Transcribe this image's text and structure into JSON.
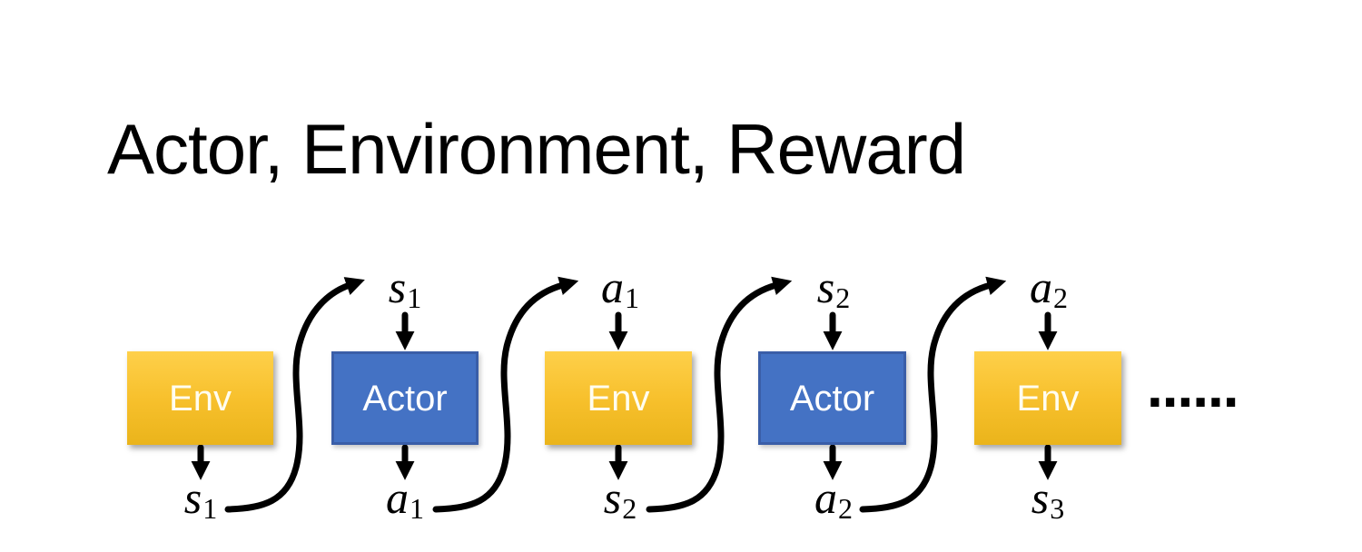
{
  "slide": {
    "title": "Actor, Environment, Reward"
  },
  "diagram": {
    "boxes": [
      {
        "label": "Env",
        "kind": "environment"
      },
      {
        "label": "Actor",
        "kind": "actor"
      },
      {
        "label": "Env",
        "kind": "environment"
      },
      {
        "label": "Actor",
        "kind": "actor"
      },
      {
        "label": "Env",
        "kind": "environment"
      }
    ],
    "top_labels": [
      {
        "base": "s",
        "sub": "1"
      },
      {
        "base": "a",
        "sub": "1"
      },
      {
        "base": "s",
        "sub": "2"
      },
      {
        "base": "a",
        "sub": "2"
      }
    ],
    "bottom_labels": [
      {
        "base": "s",
        "sub": "1"
      },
      {
        "base": "a",
        "sub": "1"
      },
      {
        "base": "s",
        "sub": "2"
      },
      {
        "base": "a",
        "sub": "2"
      },
      {
        "base": "s",
        "sub": "3"
      }
    ],
    "ellipsis": "......",
    "colors": {
      "env_gradient_top": "#FED04A",
      "env_gradient_bottom": "#EAB41B",
      "actor_fill": "#4472C4",
      "actor_border": "#3A5EA8",
      "box_text": "#FFFFFF",
      "arrow": "#000000",
      "title_text": "#000000",
      "background": "#FFFFFF"
    }
  }
}
